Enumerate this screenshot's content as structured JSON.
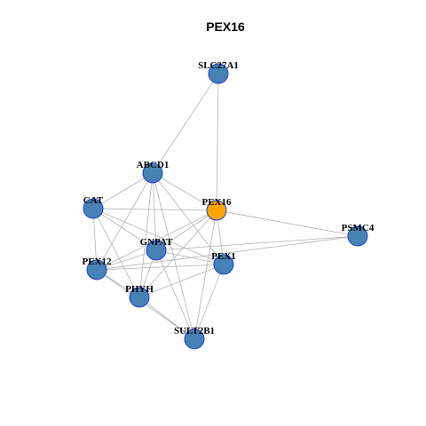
{
  "title": "PEX16",
  "colors": {
    "default_node": "#4682b4",
    "highlight_node": "#ffa500",
    "node_border": "#1f3fd1",
    "edge": "#b3b3b3"
  },
  "nodes": [
    {
      "id": "SLC27A1",
      "label": "SLC27A1",
      "highlight": false
    },
    {
      "id": "ABCD1",
      "label": "ABCD1",
      "highlight": false
    },
    {
      "id": "PEX16",
      "label": "PEX16",
      "highlight": true
    },
    {
      "id": "CAT",
      "label": "CAT",
      "highlight": false
    },
    {
      "id": "PSMC4",
      "label": "PSMC4",
      "highlight": false
    },
    {
      "id": "GNPAT",
      "label": "GNPAT",
      "highlight": false
    },
    {
      "id": "PEX1",
      "label": "PEX1",
      "highlight": false
    },
    {
      "id": "PEX12",
      "label": "PEX12",
      "highlight": false
    },
    {
      "id": "PHYH",
      "label": "PHYH",
      "highlight": false
    },
    {
      "id": "SULT2B1",
      "label": "SULT2B1",
      "highlight": false
    }
  ],
  "edges": [
    [
      "SLC27A1",
      "ABCD1"
    ],
    [
      "SLC27A1",
      "PEX16"
    ],
    [
      "ABCD1",
      "PEX16"
    ],
    [
      "ABCD1",
      "CAT"
    ],
    [
      "ABCD1",
      "GNPAT"
    ],
    [
      "ABCD1",
      "PEX1"
    ],
    [
      "ABCD1",
      "PEX12"
    ],
    [
      "ABCD1",
      "PHYH"
    ],
    [
      "ABCD1",
      "SULT2B1"
    ],
    [
      "PEX16",
      "CAT"
    ],
    [
      "PEX16",
      "PSMC4"
    ],
    [
      "PEX16",
      "GNPAT"
    ],
    [
      "PEX16",
      "PEX1"
    ],
    [
      "PEX16",
      "PEX12"
    ],
    [
      "PEX16",
      "PHYH"
    ],
    [
      "PEX16",
      "SULT2B1"
    ],
    [
      "CAT",
      "GNPAT"
    ],
    [
      "CAT",
      "PEX1"
    ],
    [
      "CAT",
      "PEX12"
    ],
    [
      "CAT",
      "PHYH"
    ],
    [
      "PSMC4",
      "GNPAT"
    ],
    [
      "PSMC4",
      "PEX12"
    ],
    [
      "GNPAT",
      "PEX1"
    ],
    [
      "GNPAT",
      "PEX12"
    ],
    [
      "GNPAT",
      "PHYH"
    ],
    [
      "GNPAT",
      "SULT2B1"
    ],
    [
      "PEX1",
      "PEX12"
    ],
    [
      "PEX1",
      "PHYH"
    ],
    [
      "PEX1",
      "SULT2B1"
    ],
    [
      "PEX12",
      "PHYH"
    ],
    [
      "PEX12",
      "SULT2B1"
    ],
    [
      "PHYH",
      "SULT2B1"
    ]
  ]
}
